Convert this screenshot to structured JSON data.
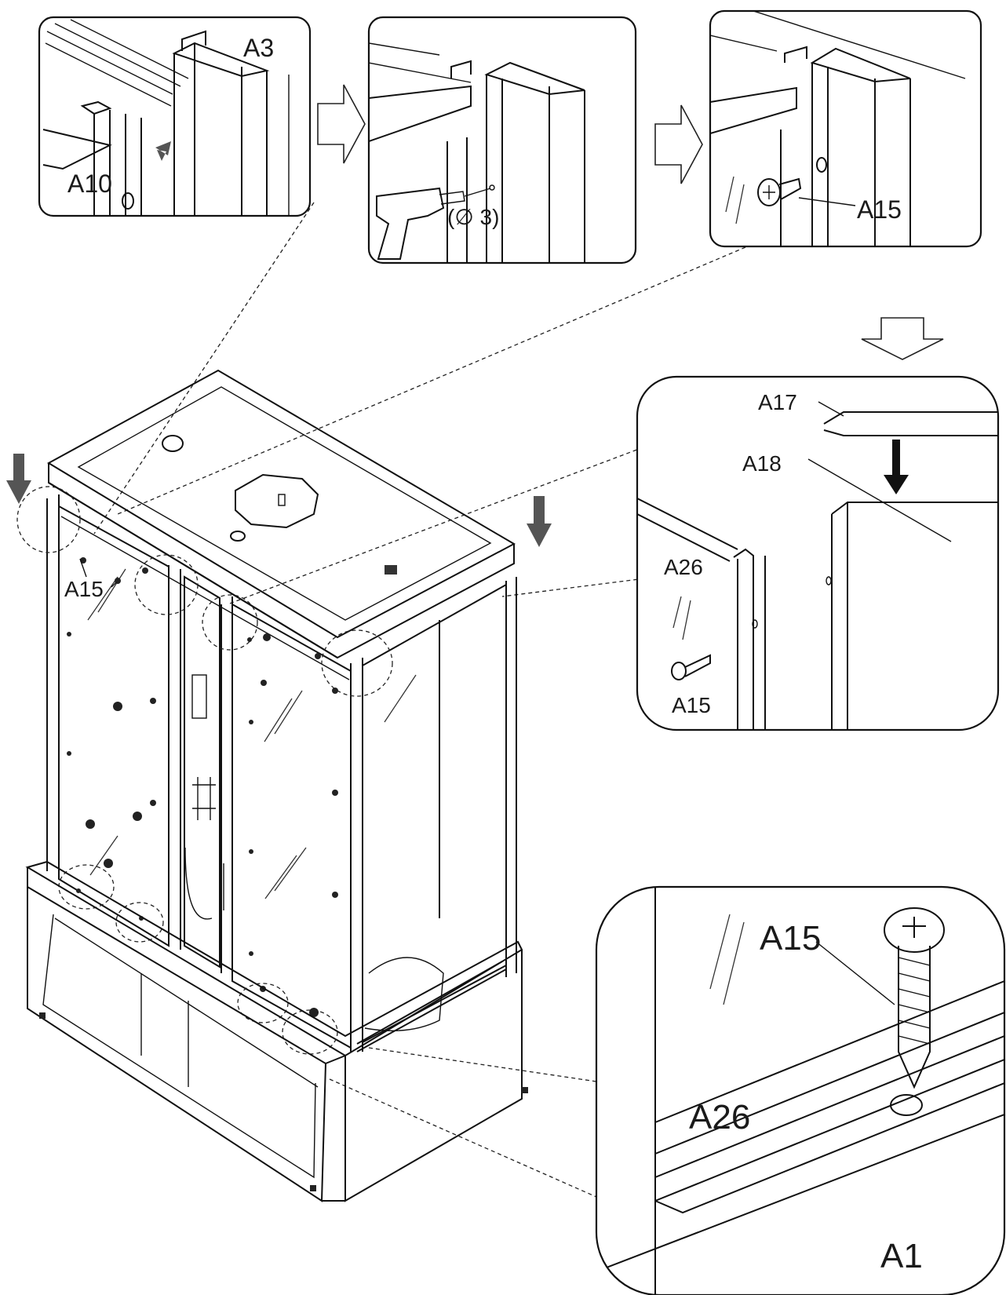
{
  "labels": {
    "a3": "A3",
    "a10": "A10",
    "drill_size": "(∅ 3)",
    "a15_step3": "A15",
    "a17": "A17",
    "a18": "A18",
    "a26_right": "A26",
    "a15_right": "A15",
    "a15_cabin": "A15",
    "a15_bottom": "A15",
    "a26_bottom": "A26",
    "a1": "A1"
  },
  "icons": {
    "flow_arrow": "hollow-arrow-icon",
    "press_arrow": "solid-arrow-icon",
    "drill": "power-drill-icon",
    "screw": "screw-icon"
  },
  "colors": {
    "line": "#111111",
    "arrow_fill": "#555555",
    "background": "#ffffff"
  }
}
